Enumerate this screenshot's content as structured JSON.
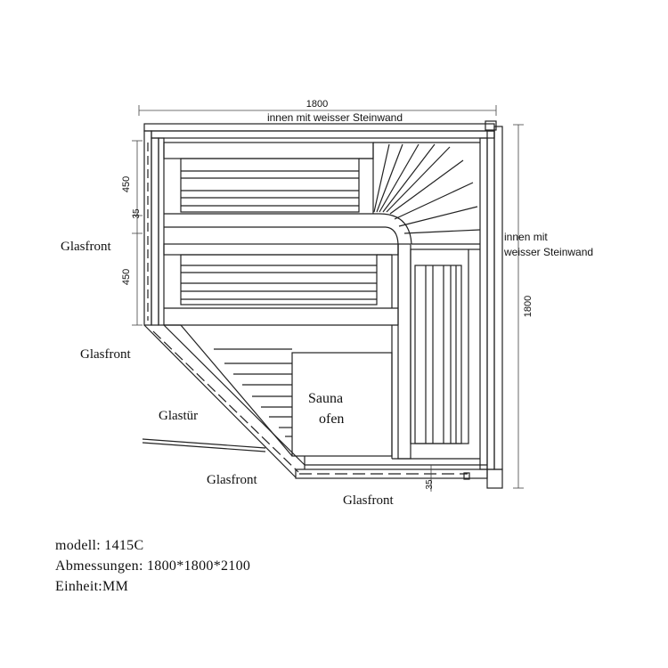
{
  "dimensions": {
    "top_width": "1800",
    "right_depth": "1800",
    "upper_bench_depth": "450",
    "lower_bench_depth": "450",
    "left_gap": "35",
    "bottom_gap": "35"
  },
  "labels": {
    "top_wall": "innen mit weisser Steinwand",
    "right_wall_line1": "innen mit",
    "right_wall_line2": "weisser Steinwand",
    "glass_left": "Glasfront",
    "glass_diagonal": "Glasfront",
    "glass_door": "Glastür",
    "glass_bottom_left": "Glasfront",
    "glass_bottom": "Glasfront",
    "oven_line1": "Sauna",
    "oven_line2": "ofen"
  },
  "specs": {
    "model": "modell: 1415C",
    "dimensions": "Abmessungen: 1800*1800*2100",
    "unit": "Einheit:MM"
  }
}
